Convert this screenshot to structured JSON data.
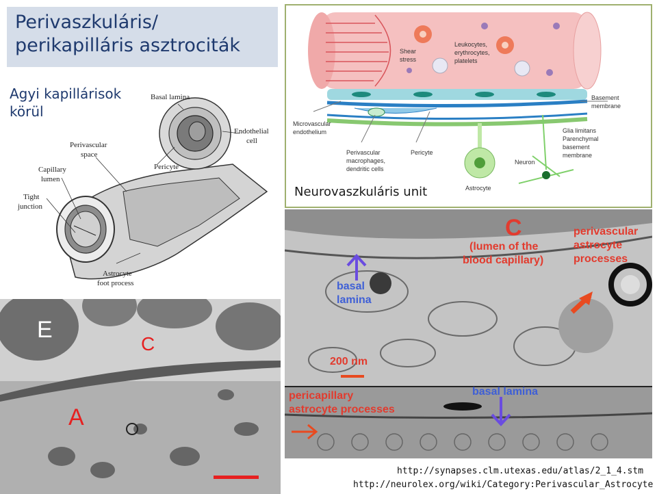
{
  "title": {
    "line1": "Perivaszkuláris/",
    "line2": "perikapilláris asztrociták"
  },
  "subtitle": {
    "line1": "Agyi kapillárisok",
    "line2": "körül"
  },
  "capillary_diagram": {
    "labels": {
      "basal_lamina": "Basal lamina",
      "endothelial_cell_1": "Endothelial",
      "endothelial_cell_2": "cell",
      "perivascular_space_1": "Perivascular",
      "perivascular_space_2": "space",
      "pericyte": "Pericyte",
      "capillary_lumen_1": "Capillary",
      "capillary_lumen_2": "lumen",
      "tight_junction_1": "Tight",
      "tight_junction_2": "junction",
      "astrocyte_foot_1": "Astrocyte",
      "astrocyte_foot_2": "foot process"
    }
  },
  "nvu_diagram": {
    "caption": "Neurovaszkuláris unit",
    "labels": {
      "shear_stress_1": "Shear",
      "shear_stress_2": "stress",
      "leukocytes_1": "Leukocytes,",
      "leukocytes_2": "erythrocytes,",
      "leukocytes_3": "platelets",
      "basement_1": "Basement",
      "basement_2": "membrane",
      "microvascular_1": "Microvascular",
      "microvascular_2": "endothelium",
      "perivascular_1": "Perivascular",
      "perivascular_2": "macrophages,",
      "perivascular_3": "dendritic cells",
      "pericyte": "Pericyte",
      "neuron": "Neuron",
      "glia_1": "Glia limitans",
      "glia_2": "Parenchymal",
      "glia_3": "basement",
      "glia_4": "membrane",
      "astrocyte": "Astrocyte"
    },
    "colors": {
      "vessel": "#f3b3b3",
      "endothelium": "#9fd8e0",
      "basement": "#2a7fc4",
      "astrocyte": "#bfe8a6",
      "neuron": "#7fd06a"
    }
  },
  "em_right": {
    "label_c": "C",
    "label_lumen_1": "(lumen of the",
    "label_lumen_2": "blood capillary)",
    "label_peri_1": "perivascular",
    "label_peri_2": "astrocyte",
    "label_peri_3": "processes",
    "label_basal_1": "basal",
    "label_basal_2": "lamina",
    "scale": "200 nm",
    "inset_peri_1": "pericapillary",
    "inset_peri_2": "astrocyte processes",
    "inset_basal": "basal lamina"
  },
  "em_left": {
    "label_e": "E",
    "label_c": "C",
    "label_a": "A"
  },
  "urls": {
    "url1": "http://synapses.clm.utexas.edu/atlas/2_1_4.stm",
    "url2": "http://neurolex.org/wiki/Category:Perivascular_Astrocyte"
  }
}
